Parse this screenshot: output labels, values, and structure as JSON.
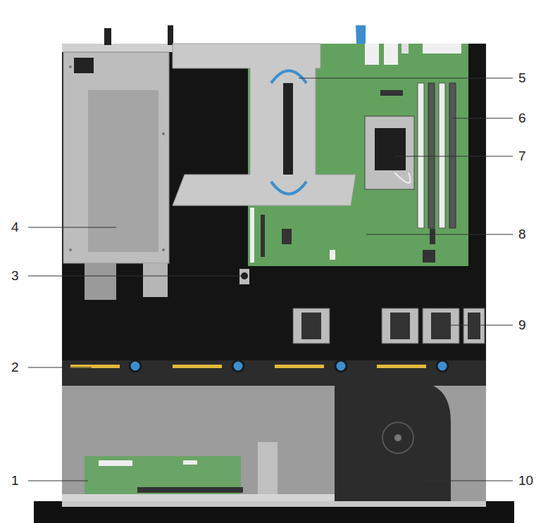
{
  "diagram": {
    "labels": [
      "5",
      "6",
      "7",
      "4",
      "8",
      "3",
      "9",
      "2",
      "1",
      "10"
    ]
  }
}
